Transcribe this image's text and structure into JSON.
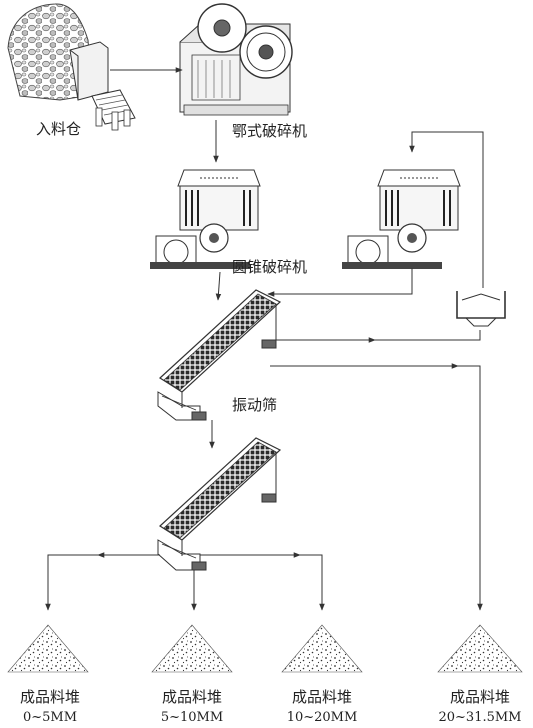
{
  "labels": {
    "feed_bin": "入料仓",
    "jaw_crusher": "鄂式破碎机",
    "cone_crusher": "圆锥破碎机",
    "vibrating_screen": "振动筛"
  },
  "piles": [
    {
      "title": "成品料堆",
      "size": "0~5MM"
    },
    {
      "title": "成品料堆",
      "size": "5~10MM"
    },
    {
      "title": "成品料堆",
      "size": "10~20MM"
    },
    {
      "title": "成品料堆",
      "size": "20~31.5MM"
    }
  ]
}
